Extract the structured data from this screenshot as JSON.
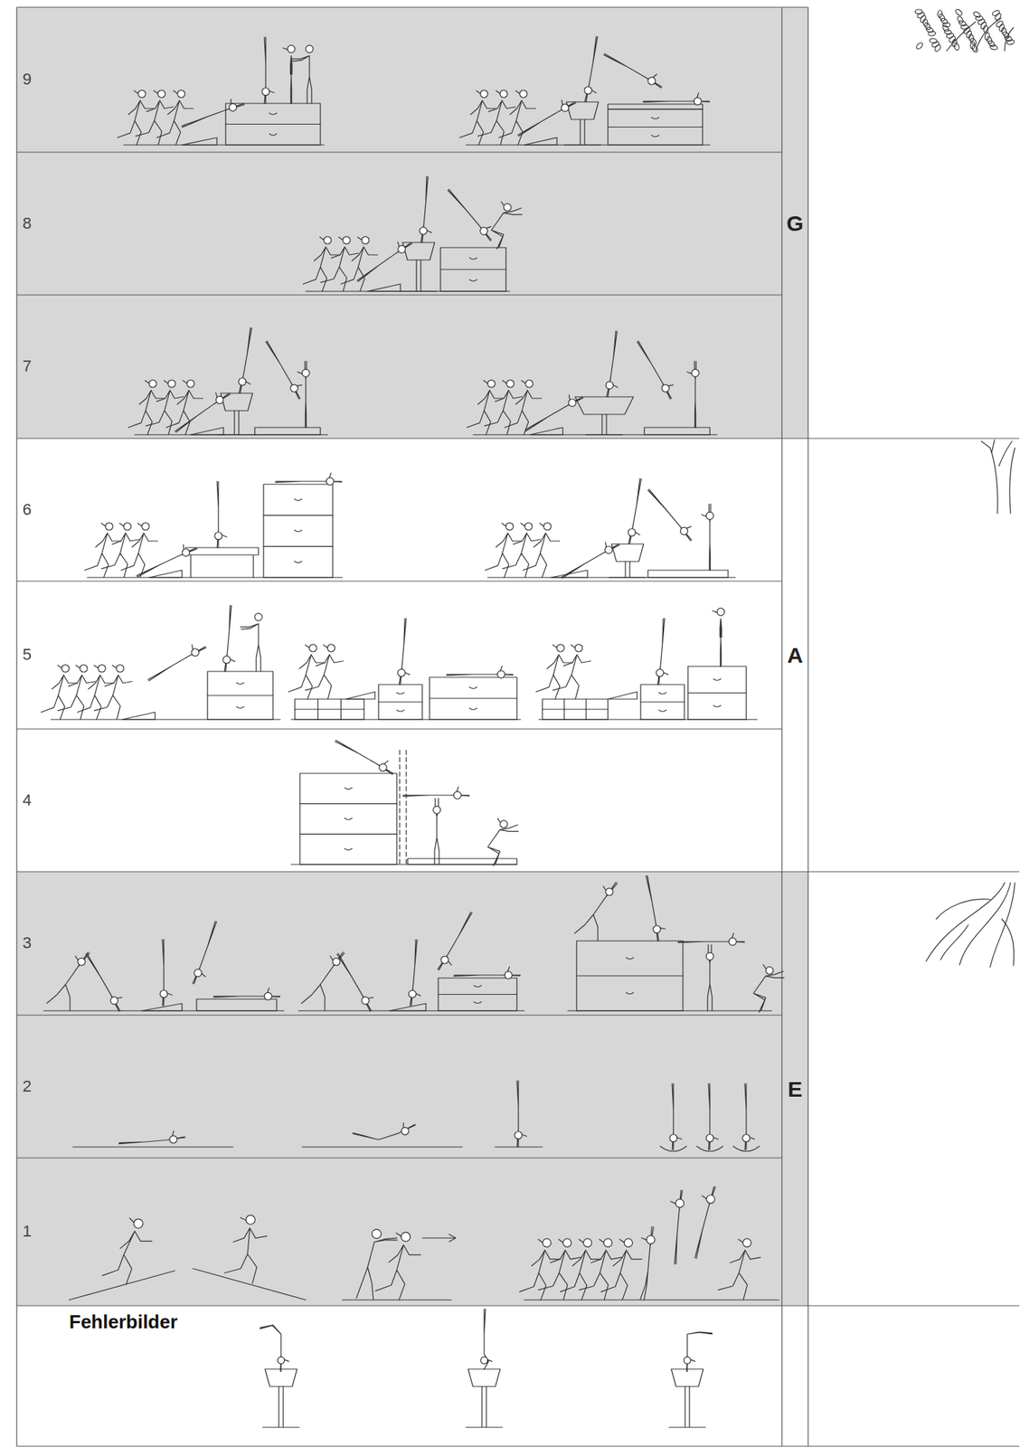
{
  "diagram": {
    "nodes": [
      {
        "text": [
          "G"
        ]
      },
      {
        "text": [
          "9"
        ],
        "in": 0
      },
      {
        "text": [
          "8"
        ],
        "in": 0
      },
      {
        "text": [
          "7"
        ],
        "in": 0
      },
      {
        "text": [
          "A"
        ]
      },
      {
        "text": [
          "6"
        ],
        "in": 4
      },
      {
        "text": [
          "5"
        ],
        "in": 4
      },
      {
        "text": [
          "4"
        ],
        "in": 4
      },
      {
        "text": [
          "E"
        ]
      },
      {
        "text": [
          "3"
        ],
        "in": 8
      },
      {
        "text": [
          "2"
        ],
        "in": 8
      },
      {
        "text": [
          "1"
        ],
        "in": 8
      },
      {
        "text": [
          "Fehlerbilder"
        ]
      }
    ]
  }
}
